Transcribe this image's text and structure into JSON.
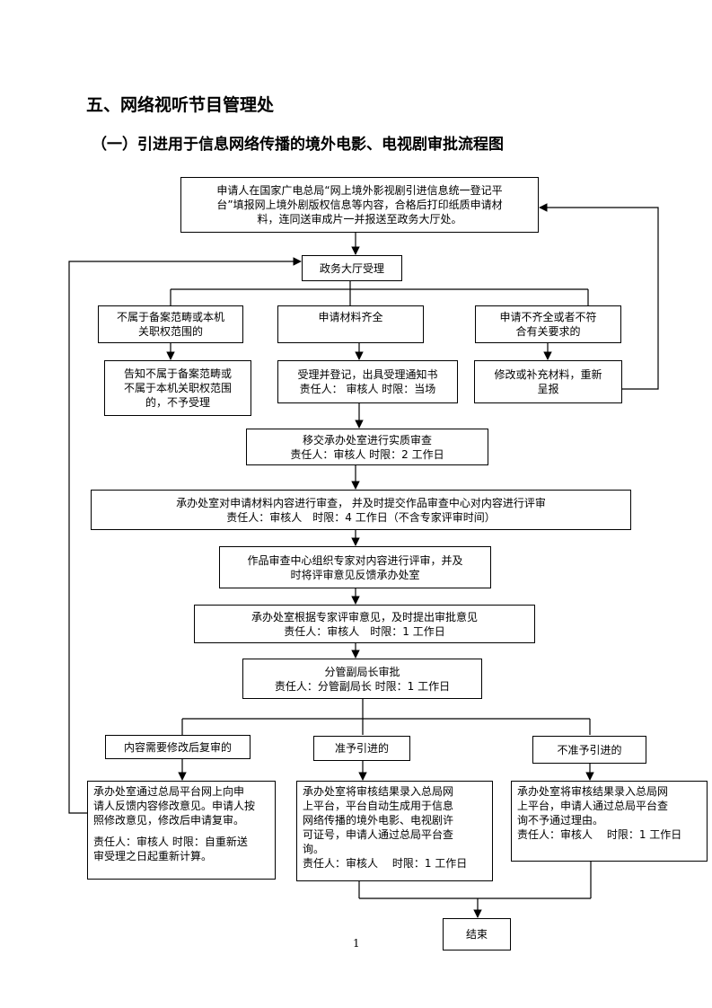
{
  "page": {
    "heading": "五、网络视听节目管理处",
    "subheading": "（一）引进用于信息网络传播的境外电影、电视剧审批流程图",
    "page_number": "1"
  },
  "flow": {
    "apply": [
      "申请人在国家广电总局“网上境外影视剧引进信息统一登记平",
      "台”填报网上境外剧版权信息等内容，合格后打印纸质申请材",
      "料，连同送审成片一并报送至政务大厅处。"
    ],
    "hall": "政务大厅受理",
    "branch_not_scope": [
      "不属于备案范畴或本机",
      "关职权范围的"
    ],
    "branch_complete": "申请材料齐全",
    "branch_incomplete": [
      "申请不齐全或者不符",
      "合有关要求的"
    ],
    "notify_reject": [
      "告知不属于备案范畴或",
      "不属于本机关职权范围",
      "的，不予受理"
    ],
    "accept_register": [
      "受理并登记，出具受理通知书",
      "责任人： 审核人 时限：当场"
    ],
    "amend_materials": [
      "修改或补充材料，重新",
      "呈报"
    ],
    "transfer": [
      "移交承办处室进行实质审查",
      "责任人：审核人 时限：2 工作日"
    ],
    "dept_review": [
      "承办处室对申请材料内容进行审查， 并及时提交作品审查中心对内容进行评审",
      "责任人：审核人　时限：4 工作日（不含专家评审时间）"
    ],
    "center_review": [
      "作品审查中心组织专家对内容进行评审，并及",
      "时将评审意见反馈承办处室"
    ],
    "dept_opinion": [
      "承办处室根据专家评审意见，及时提出审批意见",
      "责任人：审核人　时限：1 工作日"
    ],
    "deputy_approval": [
      "分管副局长审批",
      "责任人：分管副局长 时限：1 工作日"
    ],
    "label_revise": "内容需要修改后复审的",
    "label_approve": "准予引进的",
    "label_deny": "不准予引进的",
    "detail_revise": {
      "lines": [
        "承办处室通过总局平台网上向申",
        "请人反馈内容修改意见。申请人按",
        "照修改意见，修改后申请复审。"
      ],
      "resp": [
        "责任人：审核人 时限：自重新送",
        "审受理之日起重新计算。"
      ]
    },
    "detail_approve": [
      "承办处室将审核结果录入总局网",
      "上平台，平台自动生成用于信息",
      "网络传播的境外电影、电视剧许",
      "可证号，申请人通过总局平台查",
      "询。",
      "责任人：审核人　 时限：1 工作日"
    ],
    "detail_deny": [
      "承办处室将审核结果录入总局网",
      "上平台，申请人通过总局平台查",
      "询不予通过理由。",
      "责任人：审核人　 时限：1 工作日"
    ],
    "end": "结束"
  }
}
